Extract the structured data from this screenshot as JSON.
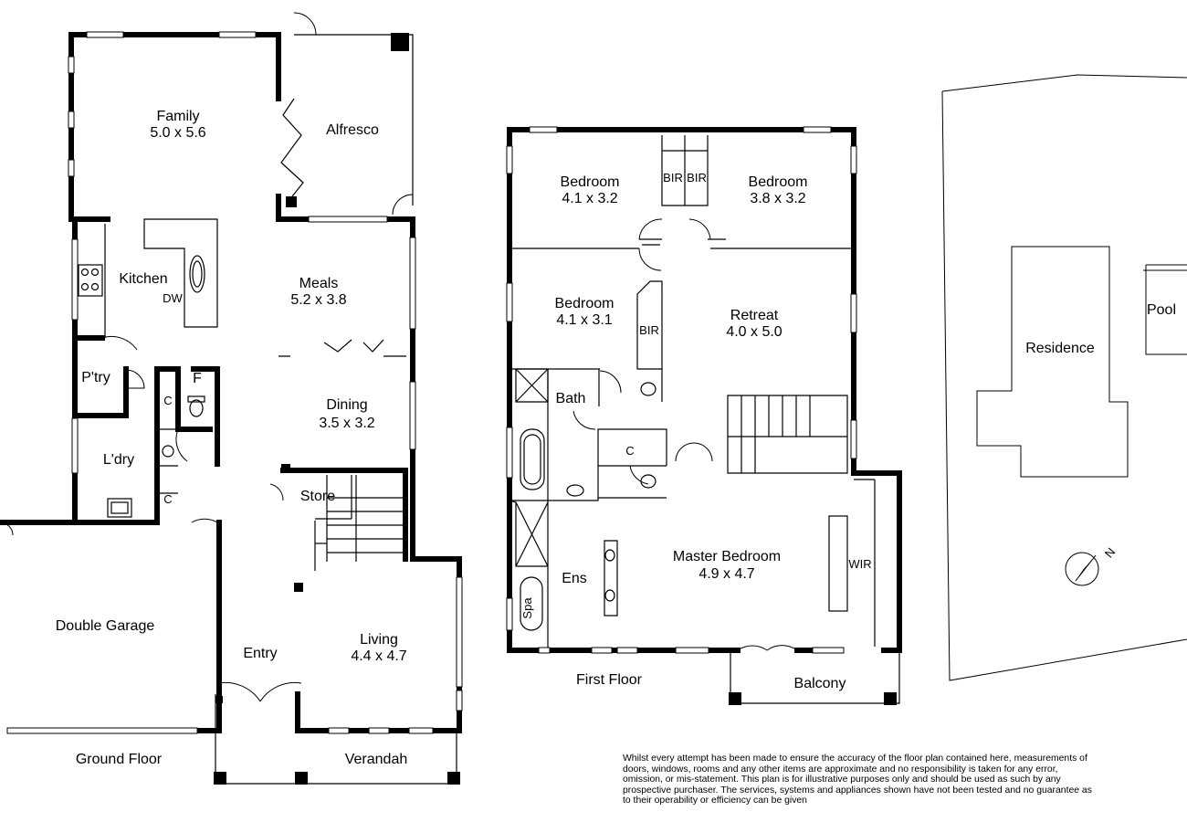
{
  "ground_floor": {
    "title": "Ground Floor",
    "rooms": {
      "family": {
        "name": "Family",
        "dims": "5.0 x 5.6"
      },
      "alfresco": {
        "name": "Alfresco"
      },
      "kitchen": {
        "name": "Kitchen"
      },
      "dw": {
        "name": "DW"
      },
      "meals": {
        "name": "Meals",
        "dims": "5.2 x 3.8"
      },
      "pantry": {
        "name": "P'try"
      },
      "fridge": {
        "name": "F"
      },
      "cupboard_1": {
        "name": "C"
      },
      "cupboard_2": {
        "name": "C"
      },
      "laundry": {
        "name": "L'dry"
      },
      "dining": {
        "name": "Dining",
        "dims": "3.5 x 3.2"
      },
      "store": {
        "name": "Store"
      },
      "double_garage": {
        "name": "Double Garage"
      },
      "entry": {
        "name": "Entry"
      },
      "living": {
        "name": "Living",
        "dims": "4.4 x 4.7"
      },
      "verandah": {
        "name": "Verandah"
      }
    }
  },
  "first_floor": {
    "title": "First Floor",
    "rooms": {
      "bedroom_1": {
        "name": "Bedroom",
        "dims": "4.1 x 3.2"
      },
      "bir_1": {
        "name": "BIR"
      },
      "bir_2": {
        "name": "BIR"
      },
      "bedroom_2": {
        "name": "Bedroom",
        "dims": "3.8 x 3.2"
      },
      "bedroom_3": {
        "name": "Bedroom",
        "dims": "4.1 x 3.1"
      },
      "bir_3": {
        "name": "BIR"
      },
      "retreat": {
        "name": "Retreat",
        "dims": "4.0 x 5.0"
      },
      "bath": {
        "name": "Bath"
      },
      "cupboard": {
        "name": "C"
      },
      "master": {
        "name": "Master Bedroom",
        "dims": "4.9 x 4.7"
      },
      "wir": {
        "name": "WIR"
      },
      "ens": {
        "name": "Ens"
      },
      "spa": {
        "name": "Spa"
      },
      "balcony": {
        "name": "Balcony"
      }
    }
  },
  "site_plan": {
    "residence": "Residence",
    "pool": "Pool",
    "north_label": "N"
  },
  "disclaimer": "Whilst every attempt has been made to ensure the accuracy of the floor plan contained here, measurements of doors, windows, rooms and any other items are approximate and no responsibility is taken for any error, omission, or mis-statement.  This plan is for illustrative purposes only and should be used as such by any prospective purchaser.  The services, systems and appliances shown have not been tested and no guarantee as to their operability or efficiency can be given"
}
